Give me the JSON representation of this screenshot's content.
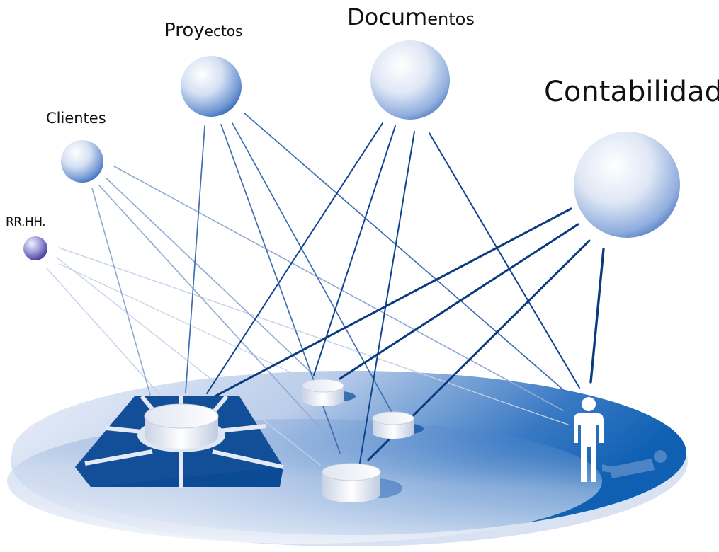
{
  "labels": {
    "rrhh": "RR.HH.",
    "clientes": "Clientes",
    "proyectos_main": "Proy",
    "proyectos_tail": "ectos",
    "documentos_main": "Docum",
    "documentos_tail": "entos",
    "contabilidad": "Contabilidad"
  },
  "icons": {
    "server": "central-server-icon",
    "database": "database-disc-icon",
    "user": "user-figure-icon",
    "sphere": "module-sphere-icon"
  },
  "colors": {
    "platform_light": "#e6ecf7",
    "platform_dark": "#1a5ca8",
    "line_dark": "#0b3f85",
    "line_mid": "#3d6fb0",
    "line_light": "#9cb4d6",
    "sphere_light": "#ffffff",
    "sphere_dark": "#5a8ad0"
  }
}
